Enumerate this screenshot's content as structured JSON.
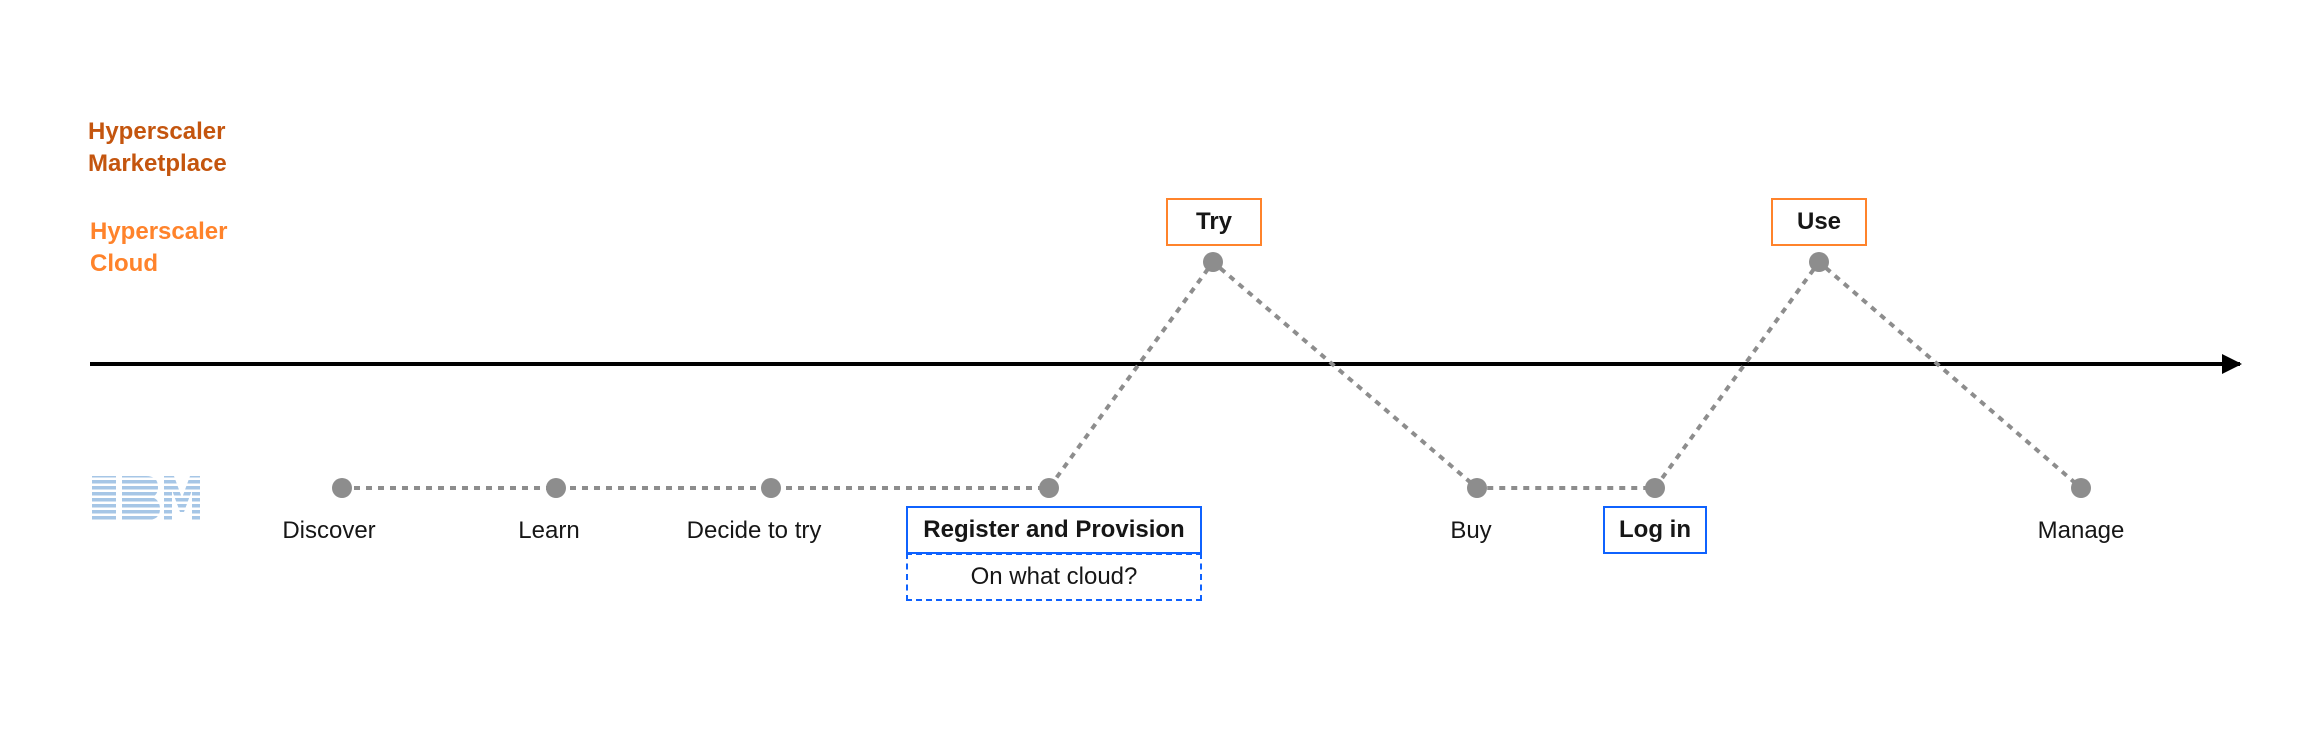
{
  "lanes": {
    "marketplace": {
      "label": "Hyperscaler\nMarketplace",
      "color": "#c4550e"
    },
    "cloud": {
      "label": "Hyperscaler\nCloud",
      "color": "#ff832b"
    },
    "ibm": {
      "logo_text": "IBM",
      "color": "#1f70c1"
    }
  },
  "steps": {
    "discover": "Discover",
    "learn": "Learn",
    "decide": "Decide to try",
    "register": "Register and Provision",
    "register_note": "On what cloud?",
    "try": "Try",
    "buy": "Buy",
    "login": "Log in",
    "use": "Use",
    "manage": "Manage"
  },
  "colors": {
    "axis": "#000000",
    "path": "#8d8d8d",
    "node": "#8d8d8d",
    "hyperscaler_box": "#ff832b",
    "ibm_box": "#0f62fe"
  }
}
